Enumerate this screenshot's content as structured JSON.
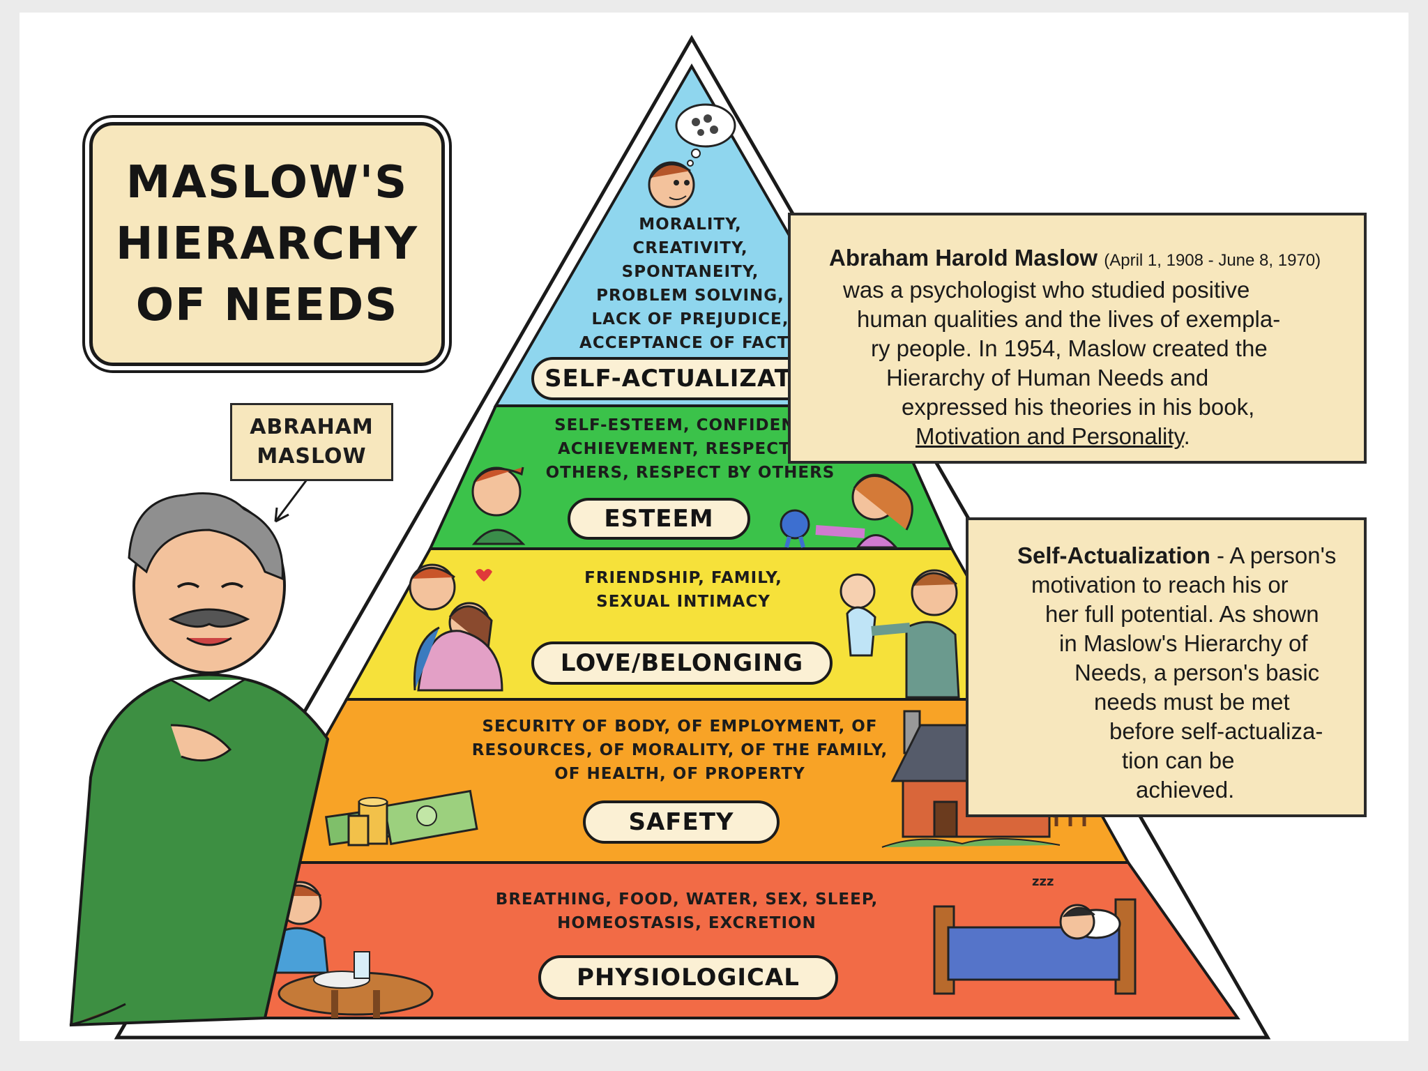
{
  "title_lines": [
    "MASLOW'S",
    "HIERARCHY",
    "OF NEEDS"
  ],
  "name_label": [
    "ABRAHAM",
    "MASLOW"
  ],
  "bio": {
    "name": "Abraham Harold Maslow",
    "dates": "(April 1, 1908 - June 8, 1970)",
    "lines": [
      "was a psychologist who studied positive",
      "human qualities and the lives of exempla-",
      "ry people. In 1954, Maslow created the",
      "Hierarchy of Human Needs and",
      "expressed his theories in his book,"
    ],
    "book": "Motivation and Personality",
    "book_end": "."
  },
  "self_actualization_note": {
    "term": "Self-Actualization",
    "lines": [
      "- A person's",
      "motivation to reach his or",
      "her full potential. As shown",
      "in Maslow's Hierarchy of",
      "Needs, a person's basic",
      "needs must be met",
      "before self-actualiza-",
      "tion can be",
      "achieved."
    ]
  },
  "levels": [
    {
      "name": "SELF-ACTUALIZATION",
      "color": "#8fd6ee",
      "desc": [
        "MORALITY,",
        "CREATIVITY,",
        "SPONTANEITY,",
        "PROBLEM SOLVING,",
        "LACK OF PREJUDICE,",
        "ACCEPTANCE OF FACTS"
      ]
    },
    {
      "name": "ESTEEM",
      "color": "#3bc24a",
      "desc": [
        "SELF-ESTEEM, CONFIDENCE,",
        "ACHIEVEMENT, RESPECT OF",
        "OTHERS, RESPECT BY OTHERS"
      ]
    },
    {
      "name": "LOVE/BELONGING",
      "color": "#f6e13a",
      "desc": [
        "FRIENDSHIP, FAMILY,",
        "SEXUAL INTIMACY"
      ]
    },
    {
      "name": "SAFETY",
      "color": "#f8a326",
      "desc": [
        "SECURITY OF BODY, OF EMPLOYMENT, OF",
        "RESOURCES, OF MORALITY, OF THE FAMILY,",
        "OF HEALTH, OF PROPERTY"
      ]
    },
    {
      "name": "PHYSIOLOGICAL",
      "color": "#f26b46",
      "desc": [
        "BREATHING, FOOD, WATER, SEX, SLEEP,",
        "HOMEOSTASIS, EXCRETION"
      ]
    }
  ],
  "sleep_text": "zzz"
}
